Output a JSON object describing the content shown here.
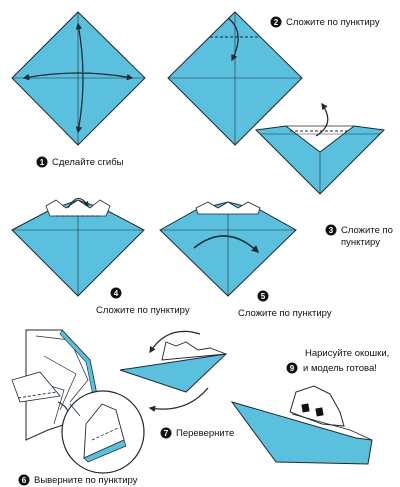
{
  "colors": {
    "paper_blue": "#5bc0de",
    "paper_white": "#ffffff",
    "outline": "#1f2a33",
    "step_badge": "#111111"
  },
  "steps": [
    {
      "number": "1",
      "caption": "Сделайте сгибы"
    },
    {
      "number": "2",
      "caption": "Сложите по пунктиру"
    },
    {
      "number": "3",
      "caption": "Сложите по",
      "caption2": "пунктиру"
    },
    {
      "number": "4",
      "caption": "Сложите по пунктиру"
    },
    {
      "number": "5",
      "caption": "Сложите по пунктиру"
    },
    {
      "number": "6",
      "caption": "Выверните по пунктиру"
    },
    {
      "number": "7",
      "caption": "Переверните"
    },
    {
      "number": "9",
      "caption": "Нарисуйте окошки,",
      "caption2": "и модель готова!"
    }
  ]
}
